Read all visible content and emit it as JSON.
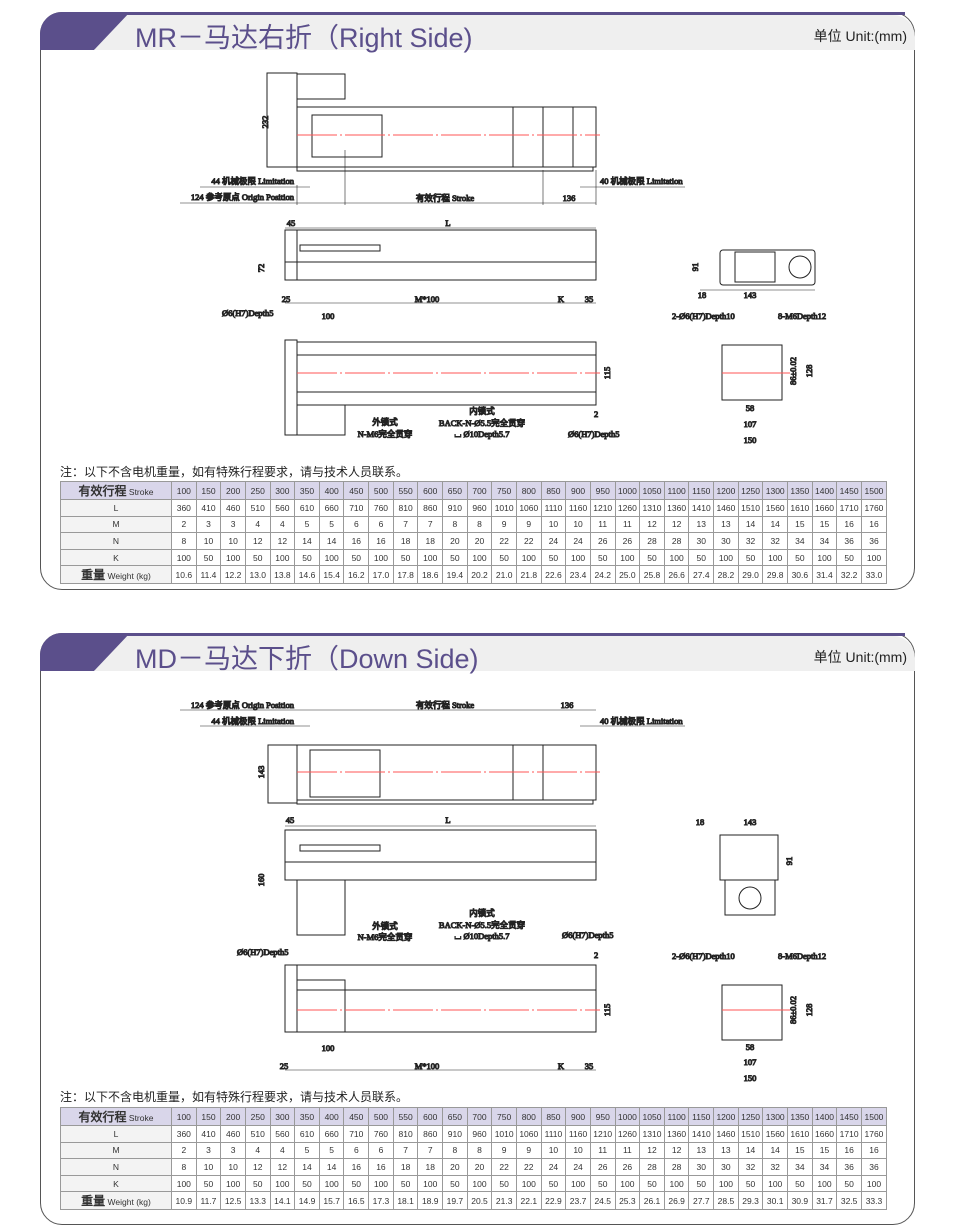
{
  "panels": [
    {
      "title": "MR－马达右折（Right Side)",
      "unit": "单位 Unit:(mm)",
      "note": "注：以下不含电机重量，如有特殊行程要求，请与技术人员联系。",
      "labels": {
        "h232": "232",
        "lim44": "44 机械极限 Limitation",
        "origin124": "124 参考原点 Origin Position",
        "stroke": "有效行程 Stroke",
        "d136": "136",
        "lim40": "40 机械极限 Limitation",
        "d45": "45",
        "L": "L",
        "d72": "72",
        "d25": "25",
        "m100": "M*100",
        "K": "K",
        "d35": "35",
        "hole_l": "Ø6(H7)Depth5",
        "d100": "100",
        "d115": "115",
        "outer_lock": "外锁式",
        "nm6": "N-M6完全贯穿",
        "inner_lock": "内锁式",
        "back": "BACK-N-Ø5.5完全贯穿",
        "cbore": "⌴ Ø10Depth5.7",
        "d2": "2",
        "hole_r": "Ø6(H7)Depth5",
        "d91": "91",
        "d18": "18",
        "d143": "143",
        "pin": "2-Ø6(H7)Depth10",
        "m6": "8-M6Depth12",
        "tol": "86±0.02",
        "d128": "128",
        "d58": "58",
        "d107": "107",
        "d150": "150"
      },
      "table": {
        "head_cn": "有效行程",
        "head_en": "Stroke",
        "strokes": [
          "100",
          "150",
          "200",
          "250",
          "300",
          "350",
          "400",
          "450",
          "500",
          "550",
          "600",
          "650",
          "700",
          "750",
          "800",
          "850",
          "900",
          "950",
          "1000",
          "1050",
          "1100",
          "1150",
          "1200",
          "1250",
          "1300",
          "1350",
          "1400",
          "1450",
          "1500"
        ],
        "rows": [
          {
            "label": "L",
            "values": [
              "360",
              "410",
              "460",
              "510",
              "560",
              "610",
              "660",
              "710",
              "760",
              "810",
              "860",
              "910",
              "960",
              "1010",
              "1060",
              "1110",
              "1160",
              "1210",
              "1260",
              "1310",
              "1360",
              "1410",
              "1460",
              "1510",
              "1560",
              "1610",
              "1660",
              "1710",
              "1760"
            ]
          },
          {
            "label": "M",
            "values": [
              "2",
              "3",
              "3",
              "4",
              "4",
              "5",
              "5",
              "6",
              "6",
              "7",
              "7",
              "8",
              "8",
              "9",
              "9",
              "10",
              "10",
              "11",
              "11",
              "12",
              "12",
              "13",
              "13",
              "14",
              "14",
              "15",
              "15",
              "16",
              "16"
            ]
          },
          {
            "label": "N",
            "values": [
              "8",
              "10",
              "10",
              "12",
              "12",
              "14",
              "14",
              "16",
              "16",
              "18",
              "18",
              "20",
              "20",
              "22",
              "22",
              "24",
              "24",
              "26",
              "26",
              "28",
              "28",
              "30",
              "30",
              "32",
              "32",
              "34",
              "34",
              "36",
              "36"
            ]
          },
          {
            "label": "K",
            "values": [
              "100",
              "50",
              "100",
              "50",
              "100",
              "50",
              "100",
              "50",
              "100",
              "50",
              "100",
              "50",
              "100",
              "50",
              "100",
              "50",
              "100",
              "50",
              "100",
              "50",
              "100",
              "50",
              "100",
              "50",
              "100",
              "50",
              "100",
              "50",
              "100"
            ]
          },
          {
            "label_cn": "重量",
            "label": "Weight  (kg)",
            "values": [
              "10.6",
              "11.4",
              "12.2",
              "13.0",
              "13.8",
              "14.6",
              "15.4",
              "16.2",
              "17.0",
              "17.8",
              "18.6",
              "19.4",
              "20.2",
              "21.0",
              "21.8",
              "22.6",
              "23.4",
              "24.2",
              "25.0",
              "25.8",
              "26.6",
              "27.4",
              "28.2",
              "29.0",
              "29.8",
              "30.6",
              "31.4",
              "32.2",
              "33.0"
            ]
          }
        ]
      }
    },
    {
      "title": "MD－马达下折（Down Side)",
      "unit": "单位 Unit:(mm)",
      "note": "注：以下不含电机重量，如有特殊行程要求，请与技术人员联系。",
      "labels": {
        "h143": "143",
        "lim44": "44 机械极限 Limitation",
        "origin124": "124 参考原点 Origin Position",
        "stroke": "有效行程 Stroke",
        "d136": "136",
        "lim40": "40 机械极限 Limitation",
        "d45": "45",
        "L": "L",
        "d160": "160",
        "d25": "25",
        "m100": "M*100",
        "K": "K",
        "d35": "35",
        "hole_l": "Ø6(H7)Depth5",
        "d100": "100",
        "d115": "115",
        "outer_lock": "外锁式",
        "nm6": "N-M6完全贯穿",
        "inner_lock": "内锁式",
        "back": "BACK-N-Ø5.5完全贯穿",
        "cbore": "⌴ Ø10Depth5.7",
        "d2": "2",
        "hole_r": "Ø6(H7)Depth5",
        "d91": "91",
        "d18": "18",
        "d143": "143",
        "pin": "2-Ø6(H7)Depth10",
        "m6": "8-M6Depth12",
        "tol": "86±0.02",
        "d128": "128",
        "d58": "58",
        "d107": "107",
        "d150": "150"
      },
      "table": {
        "head_cn": "有效行程",
        "head_en": "Stroke",
        "strokes": [
          "100",
          "150",
          "200",
          "250",
          "300",
          "350",
          "400",
          "450",
          "500",
          "550",
          "600",
          "650",
          "700",
          "750",
          "800",
          "850",
          "900",
          "950",
          "1000",
          "1050",
          "1100",
          "1150",
          "1200",
          "1250",
          "1300",
          "1350",
          "1400",
          "1450",
          "1500"
        ],
        "rows": [
          {
            "label": "L",
            "values": [
              "360",
              "410",
              "460",
              "510",
              "560",
              "610",
              "660",
              "710",
              "760",
              "810",
              "860",
              "910",
              "960",
              "1010",
              "1060",
              "1110",
              "1160",
              "1210",
              "1260",
              "1310",
              "1360",
              "1410",
              "1460",
              "1510",
              "1560",
              "1610",
              "1660",
              "1710",
              "1760"
            ]
          },
          {
            "label": "M",
            "values": [
              "2",
              "3",
              "3",
              "4",
              "4",
              "5",
              "5",
              "6",
              "6",
              "7",
              "7",
              "8",
              "8",
              "9",
              "9",
              "10",
              "10",
              "11",
              "11",
              "12",
              "12",
              "13",
              "13",
              "14",
              "14",
              "15",
              "15",
              "16",
              "16"
            ]
          },
          {
            "label": "N",
            "values": [
              "8",
              "10",
              "10",
              "12",
              "12",
              "14",
              "14",
              "16",
              "16",
              "18",
              "18",
              "20",
              "20",
              "22",
              "22",
              "24",
              "24",
              "26",
              "26",
              "28",
              "28",
              "30",
              "30",
              "32",
              "32",
              "34",
              "34",
              "36",
              "36"
            ]
          },
          {
            "label": "K",
            "values": [
              "100",
              "50",
              "100",
              "50",
              "100",
              "50",
              "100",
              "50",
              "100",
              "50",
              "100",
              "50",
              "100",
              "50",
              "100",
              "50",
              "100",
              "50",
              "100",
              "50",
              "100",
              "50",
              "100",
              "50",
              "100",
              "50",
              "100",
              "50",
              "100"
            ]
          },
          {
            "label_cn": "重量",
            "label": "Weight  (kg)",
            "values": [
              "10.9",
              "11.7",
              "12.5",
              "13.3",
              "14.1",
              "14.9",
              "15.7",
              "16.5",
              "17.3",
              "18.1",
              "18.9",
              "19.7",
              "20.5",
              "21.3",
              "22.1",
              "22.9",
              "23.7",
              "24.5",
              "25.3",
              "26.1",
              "26.9",
              "27.7",
              "28.5",
              "29.3",
              "30.1",
              "30.9",
              "31.7",
              "32.5",
              "33.3"
            ]
          }
        ]
      }
    }
  ]
}
